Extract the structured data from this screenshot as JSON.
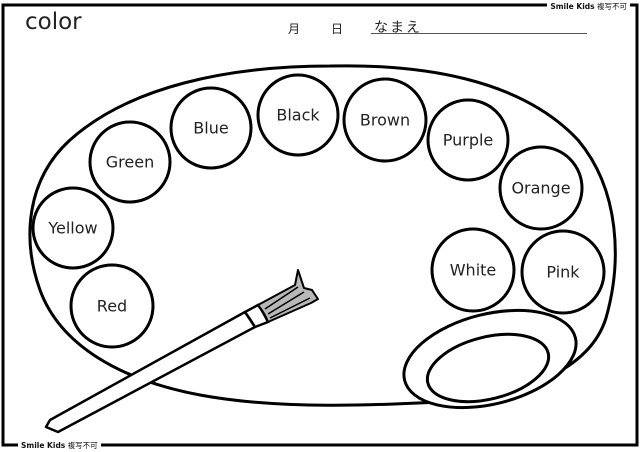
{
  "worksheet": {
    "title": "color",
    "month_label": "月",
    "day_label": "日",
    "name_label": "なまえ",
    "credit": {
      "brand": "Smile Kids",
      "notice": "複写不可"
    }
  },
  "palette": {
    "colors": [
      {
        "label": "Yellow"
      },
      {
        "label": "Red"
      },
      {
        "label": "Green"
      },
      {
        "label": "Blue"
      },
      {
        "label": "Black"
      },
      {
        "label": "Brown"
      },
      {
        "label": "Purple"
      },
      {
        "label": "Orange"
      },
      {
        "label": "White"
      },
      {
        "label": "Pink"
      }
    ]
  },
  "theme": {
    "line": "#000000",
    "text": "#222222",
    "bristle_fill": "#b8b8b8"
  }
}
